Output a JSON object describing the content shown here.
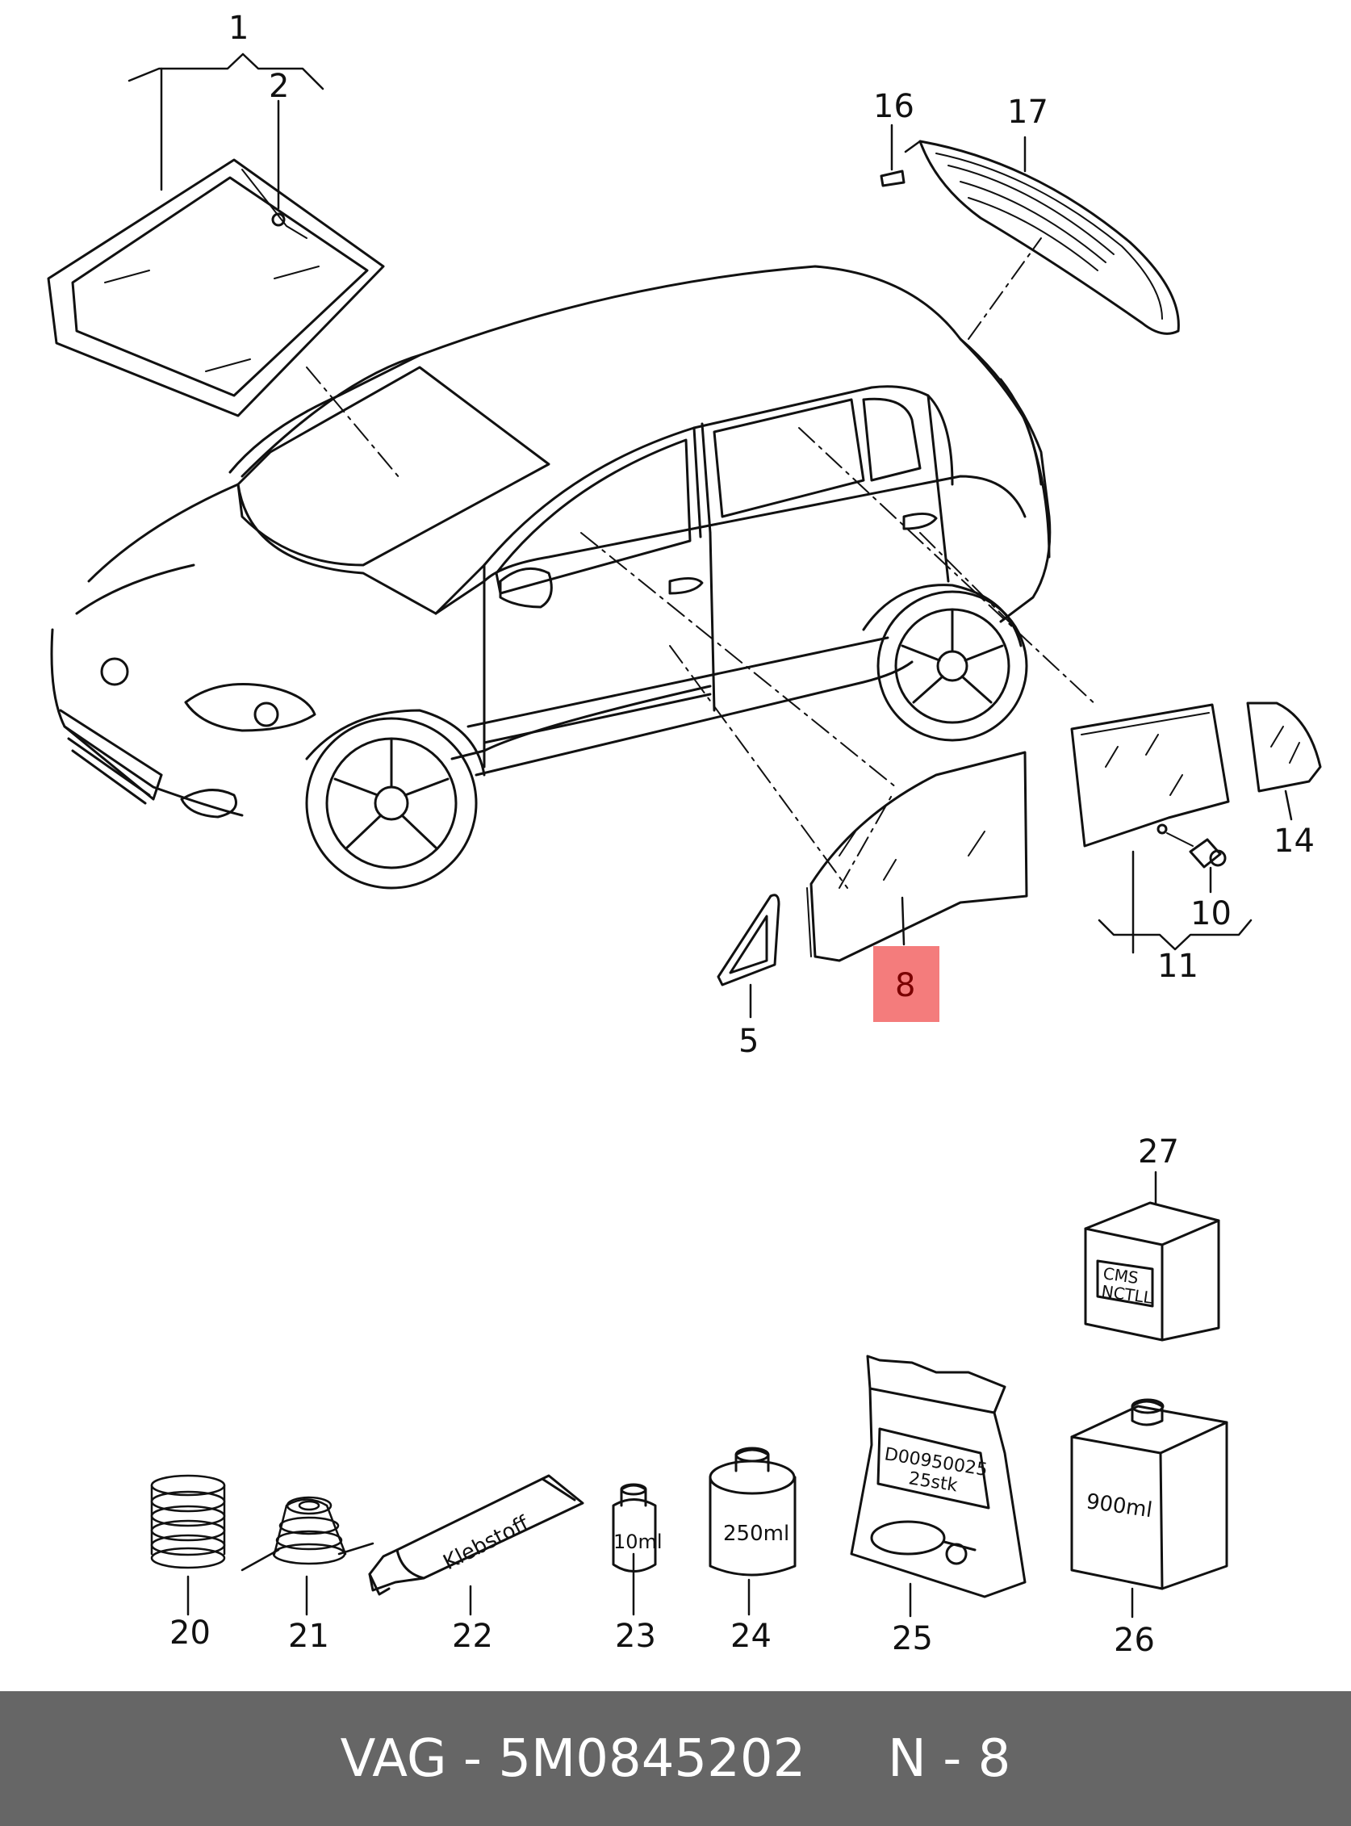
{
  "colors": {
    "highlight": "#f47c7c",
    "footer_bg": "#666666",
    "footer_text": "#ffffff",
    "line": "#111111"
  },
  "callouts": {
    "c1": "1",
    "c2": "2",
    "c5": "5",
    "c8": "8",
    "c10": "10",
    "c11": "11",
    "c14": "14",
    "c16": "16",
    "c17": "17",
    "c20": "20",
    "c21": "21",
    "c22": "22",
    "c23": "23",
    "c24": "24",
    "c25": "25",
    "c26": "26",
    "c27": "27"
  },
  "highlighted_callout": "8",
  "part_labels": {
    "tube": "Klebstoff",
    "bottle_small": "10ml",
    "can": "250ml",
    "bag_line1": "D00950025",
    "bag_line2": "25stk",
    "box_line1": "CMS",
    "box_line2": "NCTLL",
    "bottle_large": "900ml"
  },
  "footer": {
    "brand": "VAG",
    "sep1": " - ",
    "part_number": "5M0845202",
    "gap": "     ",
    "position_prefix": "N",
    "sep2": " - ",
    "position_number": "8"
  }
}
